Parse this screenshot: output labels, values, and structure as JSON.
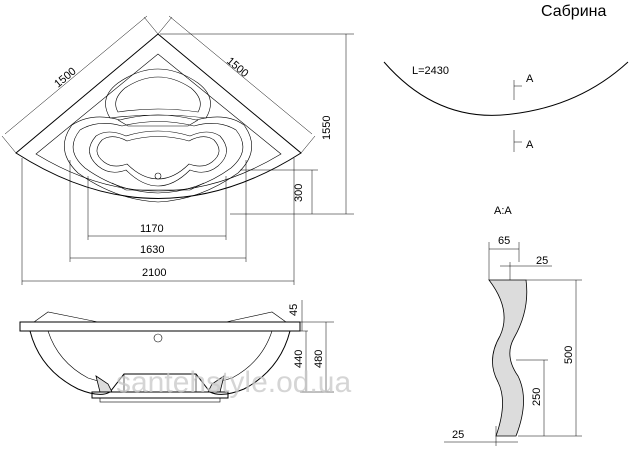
{
  "model_name": "Сабрина",
  "plan_view": {
    "side_left": "1500",
    "side_right": "1500",
    "depth": "1550",
    "inner_offset": "300",
    "width_inner": "1170",
    "width_mid": "1630",
    "width_total": "2100"
  },
  "front_view": {
    "rim": "45",
    "depth_inner": "440",
    "depth_total": "480"
  },
  "curve_view": {
    "length": "L=2430",
    "cut_mark_top": "A",
    "cut_mark_bottom": "A"
  },
  "section_view": {
    "title": "A:A",
    "top_width": "65",
    "top_lip": "25",
    "height": "500",
    "mid_height": "250",
    "bottom_width": "25"
  },
  "watermark": "santehstyle.od.ua"
}
